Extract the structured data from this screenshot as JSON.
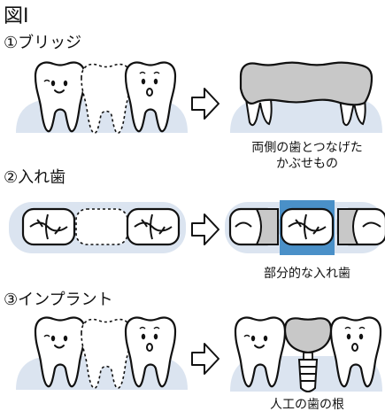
{
  "figure": {
    "title": "図Ⅰ"
  },
  "sections": [
    {
      "title": "①ブリッジ",
      "captions": [
        "両側の歯とつなげた",
        "かぶせもの"
      ]
    },
    {
      "title": "②入れ歯",
      "captions": [
        "部分的な入れ歯"
      ]
    },
    {
      "title": "③インプラント",
      "captions": [
        "人工の歯の根"
      ]
    }
  ],
  "colors": {
    "gum": "#dbe4f0",
    "gum_dark": "#c9d5e6",
    "tooth_fill": "#ffffff",
    "outline": "#111111",
    "metal": "#c8c8c8",
    "denture_base": "#4a90c8"
  }
}
